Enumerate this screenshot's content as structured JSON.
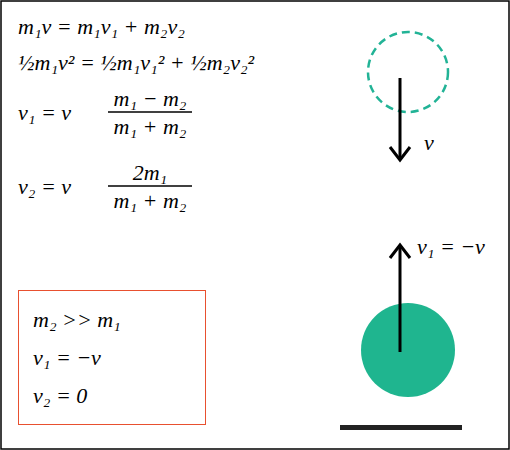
{
  "diagram": {
    "nodes": [
      {
        "text": [
          "m₂ >> m₁",
          "v₁ = −v",
          "v₂ = 0"
        ]
      }
    ],
    "labels": [
      "m₁v = m₁v₁ + m₂v₂",
      "½m₁v² = ½m₁v₁² + ½m₂v₂²",
      "v₁ = v",
      "m₁ − m₂",
      "m₁ + m₂",
      "v₂ = v",
      "2m₁",
      "m₁ + m₂",
      "v",
      "v₁ = −v"
    ]
  }
}
